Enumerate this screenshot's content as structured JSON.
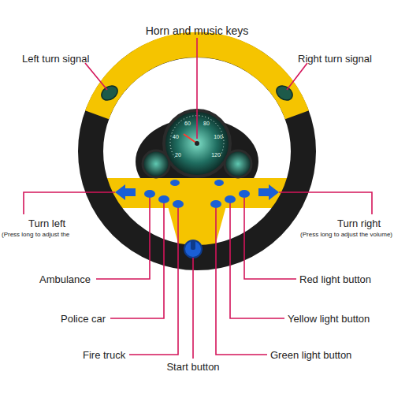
{
  "diagram": {
    "labels": [
      "Horn and music keys",
      "Left turn signal",
      "Right turn signal",
      "Turn left",
      "(Press long to adjust the",
      "Turn right",
      "(Press long to adjust the volume)",
      "Ambulance",
      "Red light button",
      "Police car",
      "Yellow light button",
      "Fire truck",
      "Green light button",
      "Start button",
      "20",
      "40",
      "60",
      "80",
      "100",
      "120"
    ]
  }
}
